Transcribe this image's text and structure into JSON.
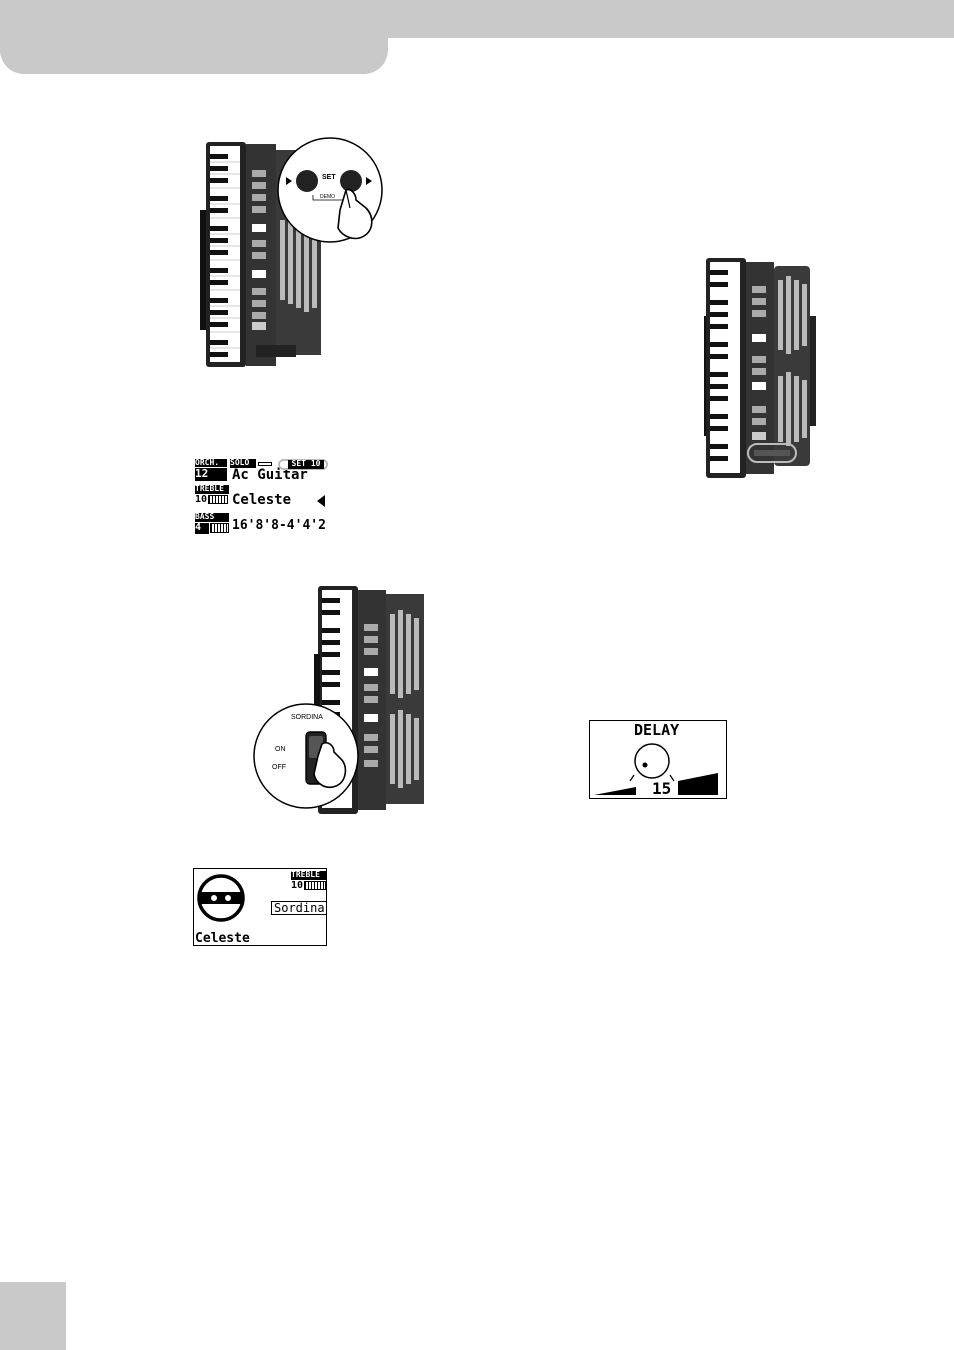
{
  "header": {
    "color": "#c9c9c9"
  },
  "fig1": {
    "callout_set": "SET",
    "callout_demo": "DEMO",
    "left_arrow": "◀",
    "right_arrow": "▶"
  },
  "display1": {
    "orch_label": "ORCH.",
    "orch_num": "12",
    "solo_label": "SOLO",
    "solo_value": "Ac Guitar",
    "set_badge": "SET 10",
    "treble_label": "TREBLE",
    "treble_num": "10",
    "treble_value": "Celeste",
    "bass_label": "BASS",
    "bass_num": "4",
    "bass_value": "16'8'8-4'4'2'"
  },
  "fig3": {
    "sordina_label": "SORDINA",
    "on_label": "ON",
    "off_label": "OFF"
  },
  "display2": {
    "treble_label": "TREBLE",
    "treble_num": "10",
    "sordina_value": "Sordina",
    "celeste_value": "Celeste"
  },
  "display3": {
    "title": "DELAY",
    "value": "15"
  }
}
